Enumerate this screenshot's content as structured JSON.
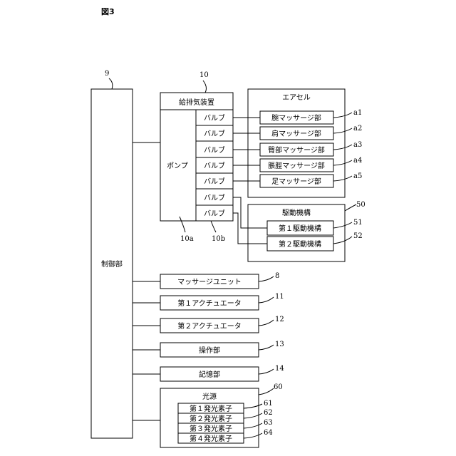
{
  "figure_label": "図3",
  "control_unit": {
    "label": "制御部",
    "ref": "9"
  },
  "supply_exhaust": {
    "title": "給排気装置",
    "ref": "10",
    "pump_label": "ポンプ",
    "pump_ref": "10a",
    "valve_ref": "10b",
    "valves": [
      "バルブ",
      "バルブ",
      "バルブ",
      "バルブ",
      "バルブ",
      "バルブ",
      "バルブ"
    ]
  },
  "air_cell": {
    "title": "エアセル",
    "items": [
      {
        "label": "腕マッサージ部",
        "ref": "a1"
      },
      {
        "label": "肩マッサージ部",
        "ref": "a2"
      },
      {
        "label": "臀部マッサージ部",
        "ref": "a3"
      },
      {
        "label": "脹脛マッサージ部",
        "ref": "a4"
      },
      {
        "label": "足マッサージ部",
        "ref": "a5"
      }
    ]
  },
  "drive_mechanism": {
    "title": "駆動機構",
    "ref": "50",
    "items": [
      {
        "label": "第１駆動機構",
        "ref": "51"
      },
      {
        "label": "第２駆動機構",
        "ref": "52"
      }
    ]
  },
  "units": [
    {
      "label": "マッサージユニット",
      "ref": "8"
    },
    {
      "label": "第１アクチュエータ",
      "ref": "11"
    },
    {
      "label": "第２アクチュエータ",
      "ref": "12"
    },
    {
      "label": "操作部",
      "ref": "13"
    },
    {
      "label": "記憶部",
      "ref": "14"
    }
  ],
  "light_source": {
    "title": "光源",
    "ref": "60",
    "items": [
      {
        "label": "第１発光素子",
        "ref": "61"
      },
      {
        "label": "第２発光素子",
        "ref": "62"
      },
      {
        "label": "第３発光素子",
        "ref": "63"
      },
      {
        "label": "第４発光素子",
        "ref": "64"
      }
    ]
  }
}
